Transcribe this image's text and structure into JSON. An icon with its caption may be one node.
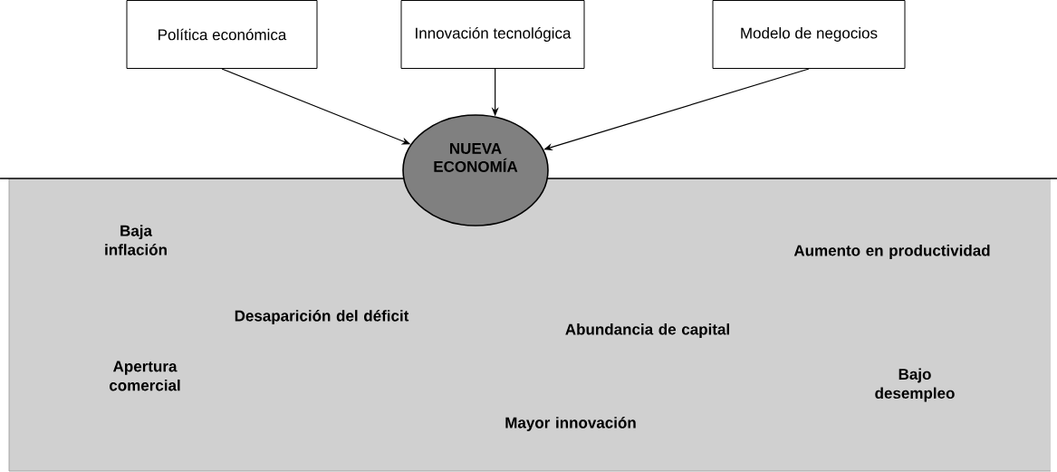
{
  "diagram": {
    "nodes": [
      {
        "text": [
          "Política económica"
        ]
      },
      {
        "text": [
          "Innovación tecnológica"
        ]
      },
      {
        "text": [
          "Modelo de negocios"
        ]
      },
      {
        "text": [
          "NUEVA ECONOMÍA"
        ]
      },
      {
        "text": [
          "Baja inflación",
          "Desaparición del déficit",
          "Apertura comercial",
          "Abundancia de capital",
          "Mayor innovación",
          "Aumento en productividad",
          "Bajo desempleo"
        ]
      }
    ],
    "edges": [
      {
        "from": 0,
        "to": 3,
        "arrow": "to"
      },
      {
        "from": 1,
        "to": 3,
        "arrow": "to"
      },
      {
        "from": 2,
        "to": 3,
        "arrow": "to"
      }
    ]
  }
}
